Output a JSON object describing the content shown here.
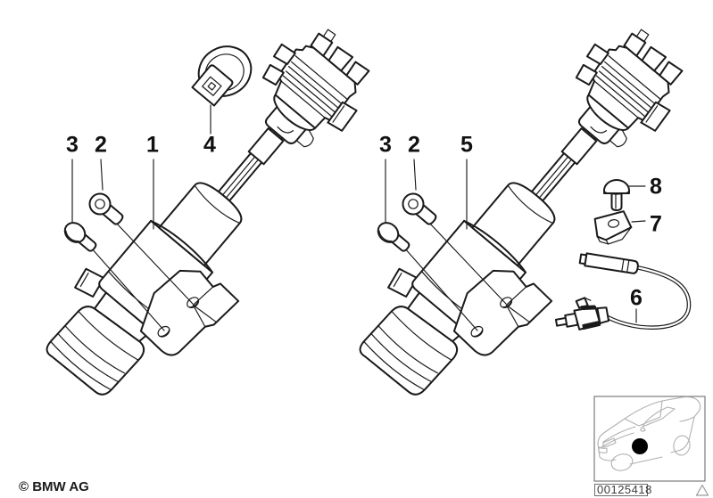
{
  "diagram": {
    "callouts": {
      "left": {
        "c3": "3",
        "c2": "2",
        "c1": "1",
        "c4": "4"
      },
      "right": {
        "c3": "3",
        "c2": "2",
        "c5": "5"
      },
      "hardware": {
        "c8": "8",
        "c7": "7",
        "c6": "6"
      }
    },
    "footer": {
      "copyright": "© BMW AG"
    },
    "plate": {
      "part_number": "00125418"
    },
    "colors": {
      "line": "#1a1a1a",
      "muted_car": "#b0b0b0",
      "dot": "#000000",
      "frame": "#6e6e6e",
      "part_number_text": "#3c3c3c",
      "triangle": "#9a9a9a",
      "bg": "#ffffff"
    }
  }
}
